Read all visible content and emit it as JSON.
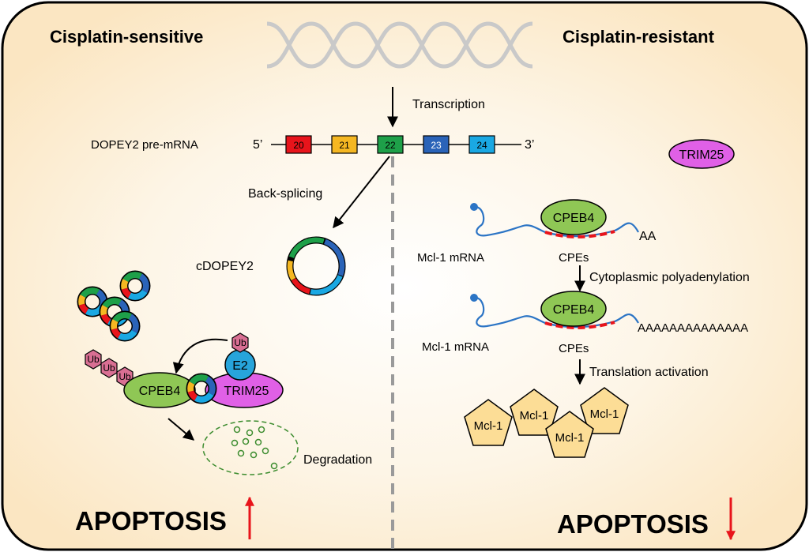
{
  "titles": {
    "left": "Cisplatin-sensitive",
    "right": "Cisplatin-resistant"
  },
  "labels": {
    "transcription": "Transcription",
    "pre_mrna": "DOPEY2 pre-mRNA",
    "five_prime": "5’",
    "three_prime": "3’",
    "back_splicing": "Back-splicing",
    "circ": "cDOPEY2",
    "degradation": "Degradation",
    "mcl1_mrna": "Mcl-1 mRNA",
    "cpes": "CPEs",
    "aa_short": "AA",
    "aa_long": "AAAAAAAAAAAAAA",
    "cyto_polya": "Cytoplasmic polyadenylation",
    "translation_activation": "Translation activation",
    "apoptosis": "APOPTOSIS"
  },
  "exons": [
    {
      "number": "20",
      "color": "#e8141b"
    },
    {
      "number": "21",
      "color": "#f5b722"
    },
    {
      "number": "22",
      "color": "#1ea049"
    },
    {
      "number": "23",
      "color": "#2a63b8"
    },
    {
      "number": "24",
      "color": "#1aa8e3"
    }
  ],
  "proteins": {
    "cpeb4": "CPEB4",
    "trim25": "TRIM25",
    "e2": "E2",
    "ub": "Ub",
    "mcl1": "Mcl-1"
  },
  "colors": {
    "panel_center": "#ffffff",
    "panel_edge": "#fbe6c2",
    "cpeb4": "#8fc755",
    "trim25": "#e060e6",
    "e2": "#27a4db",
    "ub": "#d96f93",
    "mcl1": "#fcdd96",
    "mrna": "#2b74c5",
    "cpe": "#e8141b",
    "arrow_red": "#e8141b",
    "degradation": "#3c8c2e"
  }
}
